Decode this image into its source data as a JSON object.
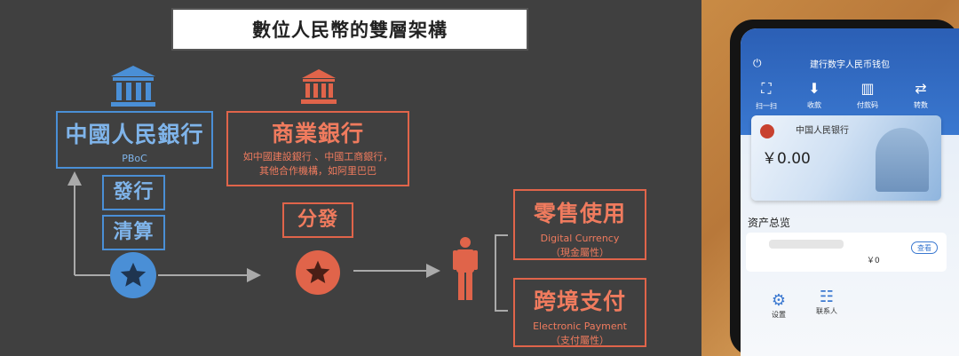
{
  "slide": {
    "title": "數位人民幣的雙層架構",
    "pboc": {
      "name": "中國人民銀行",
      "sub": "PBoC"
    },
    "issue_label": "發行",
    "clearing_label": "清算",
    "commercial": {
      "name": "商業銀行",
      "line1": "如中國建設銀行 、中國工商銀行，",
      "line2": "其他合作機構，如阿里巴巴"
    },
    "distribute_label": "分發",
    "retail": {
      "name": "零售使用",
      "en": "Digital Currency",
      "note": "（現金屬性）"
    },
    "cross_border": {
      "name": "跨境支付",
      "en": "Electronic Payment",
      "note": "（支付屬性）"
    },
    "colors": {
      "blue": "#4a8fd6",
      "red": "#e0644a",
      "bg": "#404040"
    }
  },
  "phone": {
    "app_title": "建行数字人民币钱包",
    "toolbar": [
      {
        "label": "扫一扫",
        "icon": "scan-icon"
      },
      {
        "label": "收款",
        "icon": "receive-icon"
      },
      {
        "label": "付款码",
        "icon": "barcode-icon"
      },
      {
        "label": "转数",
        "icon": "transfer-icon"
      }
    ],
    "bank_name": "中国人民银行",
    "balance": "￥0.00",
    "assets_heading": "资产总览",
    "wallet_row_value": "￥0",
    "view_button": "查看",
    "bottom_items": [
      {
        "label": "设置",
        "icon": "gear-icon"
      },
      {
        "label": "联系人",
        "icon": "contacts-icon"
      }
    ]
  }
}
